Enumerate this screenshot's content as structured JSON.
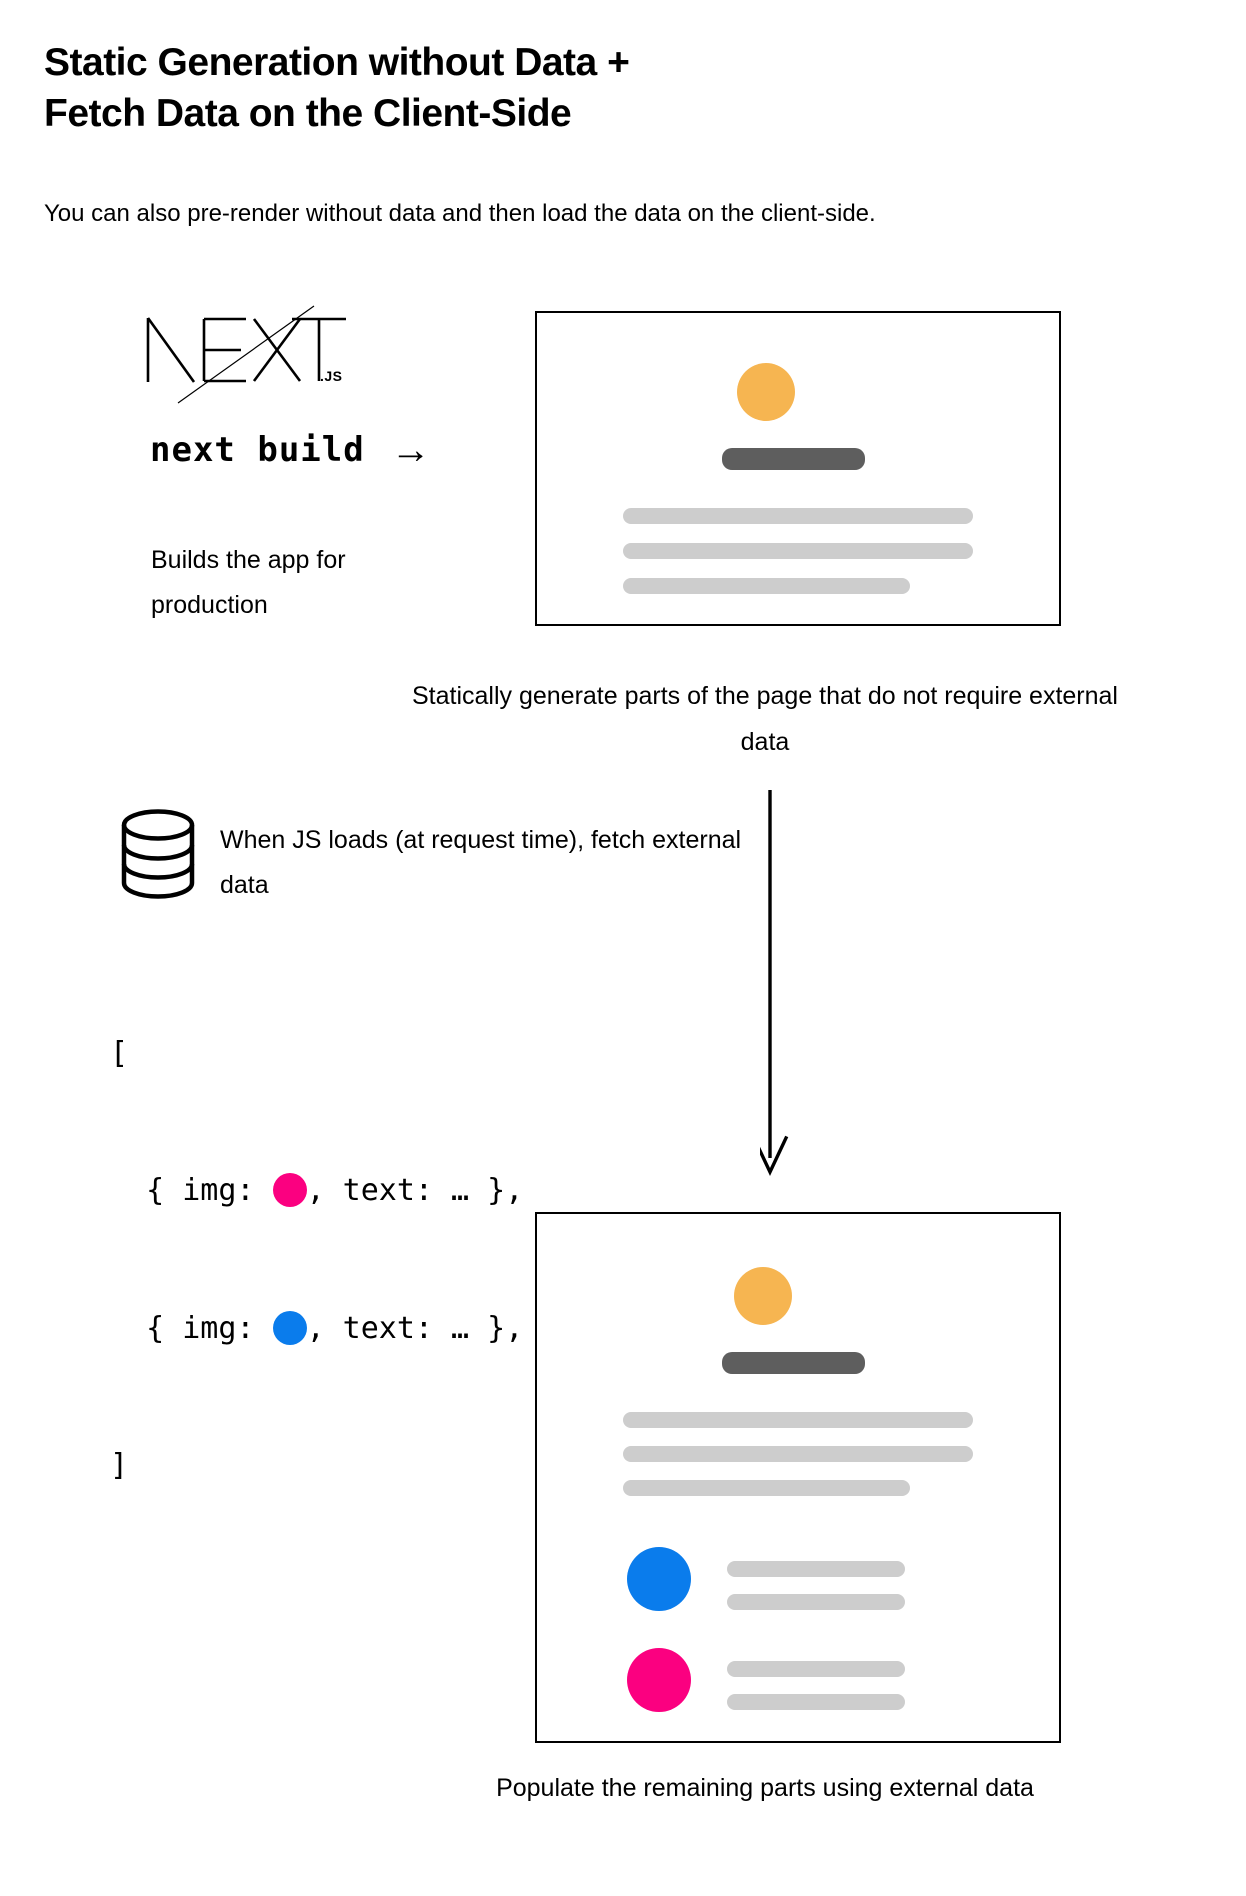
{
  "title": "Static Generation without Data +\nFetch Data on the Client-Side",
  "subtitle": "You can also pre-render without data and then load the data on the client-side.",
  "logo": {
    "name": "nextjs-logo",
    "wordmark": "NEXT",
    "suffix": ".JS"
  },
  "build_step": {
    "command": "next build",
    "arrow": "→",
    "caption": "Builds the app for production"
  },
  "captions": {
    "statically_generate": "Statically generate parts of the page that do not require external data",
    "when_js_loads": "When JS loads (at request time), fetch external data",
    "populate": "Populate the remaining parts using external data"
  },
  "code": {
    "open_bracket": "[",
    "close_bracket": "]",
    "rows": [
      {
        "prefix": "  { img: ",
        "dot_color": "#FB0080",
        "suffix": ", text: … },"
      },
      {
        "prefix": "  { img: ",
        "dot_color": "#0A7CEC",
        "suffix": ", text: … },"
      }
    ]
  },
  "colors": {
    "avatar_orange": "#F6B551",
    "heading_gray": "#5e5e5e",
    "text_gray": "#cdcdcd",
    "accent_pink": "#FB0080",
    "accent_blue": "#0A7CEC",
    "outline_black": "#000000",
    "background": "#ffffff"
  },
  "mock_page_top": {
    "label": "statically-generated-page",
    "avatar_color": "#F6B551",
    "heading_bar_color": "#5e5e5e",
    "text_bar_color": "#cdcdcd",
    "text_bar_count": 3
  },
  "mock_page_bottom": {
    "label": "hydrated-page",
    "avatar_color": "#F6B551",
    "heading_bar_color": "#5e5e5e",
    "text_bar_color": "#cdcdcd",
    "text_bar_count": 3,
    "data_items": [
      {
        "circle_color": "#0A7CEC",
        "line_count": 2
      },
      {
        "circle_color": "#FB0080",
        "line_count": 2
      }
    ]
  }
}
